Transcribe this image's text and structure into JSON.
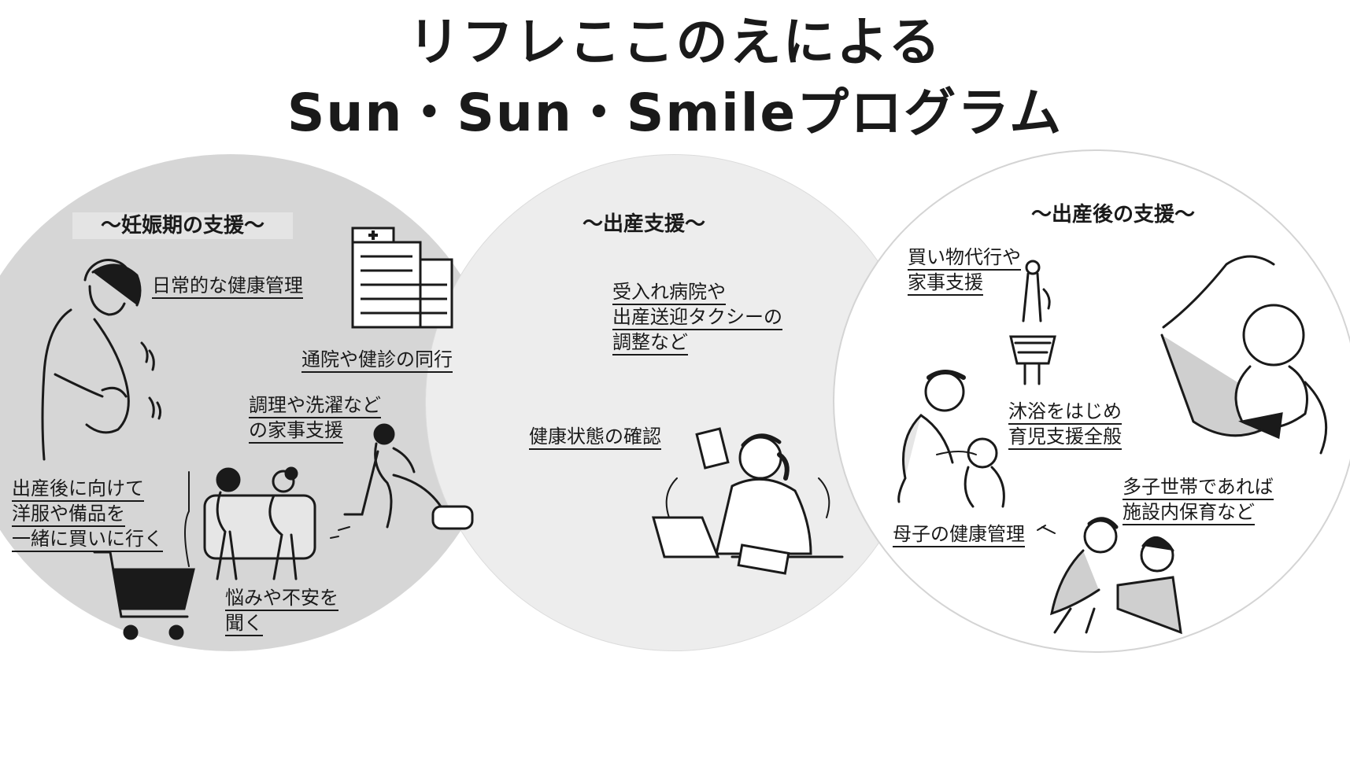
{
  "title": {
    "line1": "リフレここのえによる",
    "line2": "Sun・Sun・Smileプログラム"
  },
  "sections": [
    {
      "heading": "～妊娠期の支援～",
      "items": [
        [
          "日常的な健康管理"
        ],
        [
          "通院や健診の同行"
        ],
        [
          "調理や洗濯など",
          "の家事支援"
        ],
        [
          "出産後に向けて",
          "洋服や備品を",
          "一緒に買いに行く"
        ],
        [
          "悩みや不安を",
          "聞く"
        ]
      ]
    },
    {
      "heading": "～出産支援～",
      "items": [
        [
          "受入れ病院や",
          "出産送迎タクシーの",
          "調整など"
        ],
        [
          "健康状態の確認"
        ]
      ]
    },
    {
      "heading": "～出産後の支援～",
      "items": [
        [
          "買い物代行や",
          "家事支援"
        ],
        [
          "沐浴をはじめ",
          "育児支援全般"
        ],
        [
          "多子世帯であれば",
          "施設内保育など"
        ],
        [
          "母子の健康管理"
        ]
      ]
    }
  ],
  "icons": {
    "pregnant": "pregnant-woman-icon",
    "hospital": "hospital-building-icon",
    "vacuum": "vacuum-cleaning-icon",
    "cart": "shopping-cart-icon",
    "conversation": "two-women-talking-icon",
    "phone": "staff-phone-laptop-icon",
    "basket": "shopping-basket-icon",
    "mother": "mother-baby-icon",
    "bath": "baby-bath-icon",
    "kids": "children-playing-icon"
  }
}
